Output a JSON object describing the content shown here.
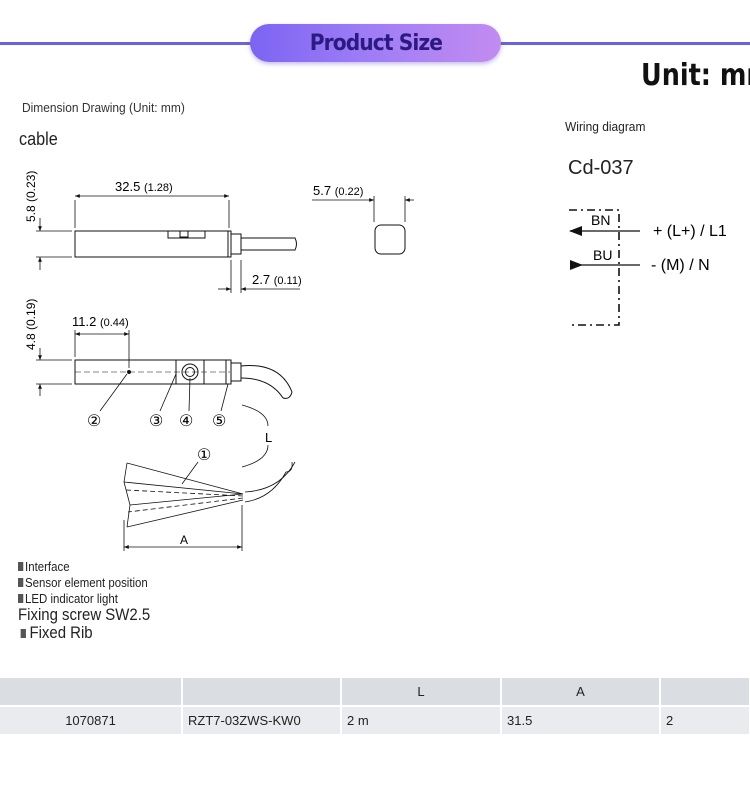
{
  "header": {
    "title": "Product Size",
    "unit": "Unit: mm"
  },
  "labels": {
    "dimension_drawing": "Dimension Drawing (Unit: mm)",
    "cable": "cable",
    "wiring_diagram": "Wiring diagram",
    "model_code": "Cd-037"
  },
  "dimensions": {
    "d1": "32.5",
    "d1_in": "(1.28)",
    "d2": "5.8 (0.23)",
    "d3": "5.7",
    "d3_in": "(0.22)",
    "d4": "2.7",
    "d4_in": "(0.11)",
    "d5": "4.8 (0.19)",
    "d6": "11.2",
    "d6_in": "(0.44)",
    "L": "L",
    "A": "A"
  },
  "callouts": [
    "①",
    "②",
    "③",
    "④",
    "⑤"
  ],
  "wiring": {
    "bn": "BN",
    "bn_signal": "+ (L+) / L1",
    "bu": "BU",
    "bu_signal": "- (M) / N",
    "line_color": "#111111"
  },
  "legend": {
    "interface": "Interface",
    "sensor_position": "Sensor element position",
    "led": "LED indicator light",
    "fixing_screw": "Fixing screw SW2.5",
    "fixed_rib": "Fixed Rib"
  },
  "table": {
    "headers": [
      "",
      "",
      "L",
      "A",
      ""
    ],
    "rows": [
      [
        "1070871",
        "RZT7-03ZWS-KW0",
        "2 m",
        "31.5",
        "2"
      ]
    ]
  },
  "colors": {
    "accent": "#6b63d8",
    "title_text": "#2b1a82",
    "table_header": "#dadde2",
    "table_row": "#eaebee"
  }
}
